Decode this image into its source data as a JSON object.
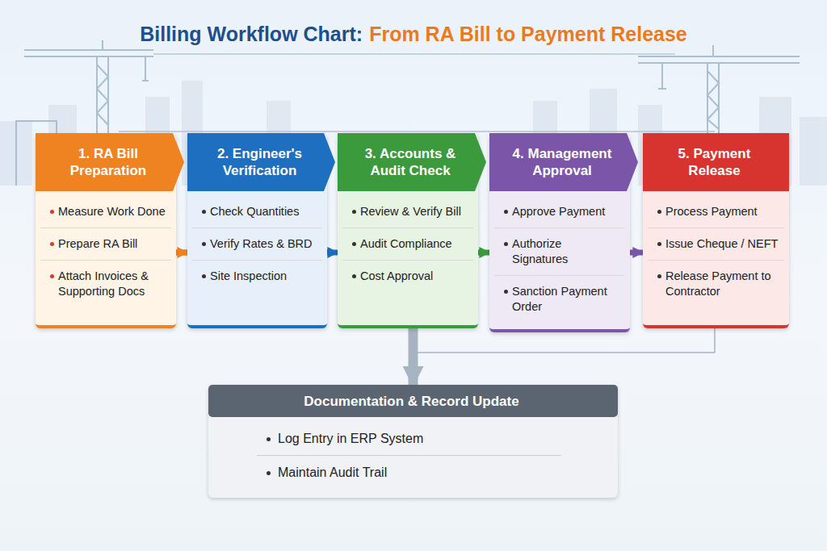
{
  "diagram": {
    "title": "Billing Workflow Chart:",
    "nodes": [
      {
        "text": [
          "1. RA Bill Preparation",
          "Measure Work Done",
          "Prepare RA Bill",
          "Attach Invoices & Supporting Docs"
        ]
      },
      {
        "text": [
          "2. Engineer's Verification",
          "Check Quantities",
          "Verify Rates & BRD",
          "Site Inspection"
        ]
      },
      {
        "text": [
          "3. Accounts & Audit Check",
          "Review & Verify Bill",
          "Audit Compliance",
          "Cost Approval"
        ]
      },
      {
        "text": [
          "4. Management Approval",
          "Approve Payment",
          "Authorize Signatures",
          "Sanction Payment Order"
        ]
      },
      {
        "text": [
          "5. Payment Release",
          "Process Payment",
          "Issue Cheque / NEFT",
          "Release Payment to Contractor"
        ]
      },
      {
        "text": [
          "Documentation & Record Update",
          "Log Entry in ERP System",
          "Maintain Audit Trail"
        ]
      }
    ],
    "edges": [
      {
        "from": 0,
        "to": 1,
        "arrow": "to"
      },
      {
        "from": 1,
        "to": 2,
        "arrow": "to"
      },
      {
        "from": 2,
        "to": 3,
        "arrow": "to"
      },
      {
        "from": 3,
        "to": 4,
        "arrow": "to"
      },
      {
        "from": 0,
        "to": 5,
        "arrow": "to"
      },
      {
        "from": 2,
        "to": 5,
        "arrow": "to"
      },
      {
        "from": 4,
        "to": 5,
        "arrow": "to"
      }
    ],
    "labels": [
      "From RA Bill to Payment Release"
    ]
  }
}
